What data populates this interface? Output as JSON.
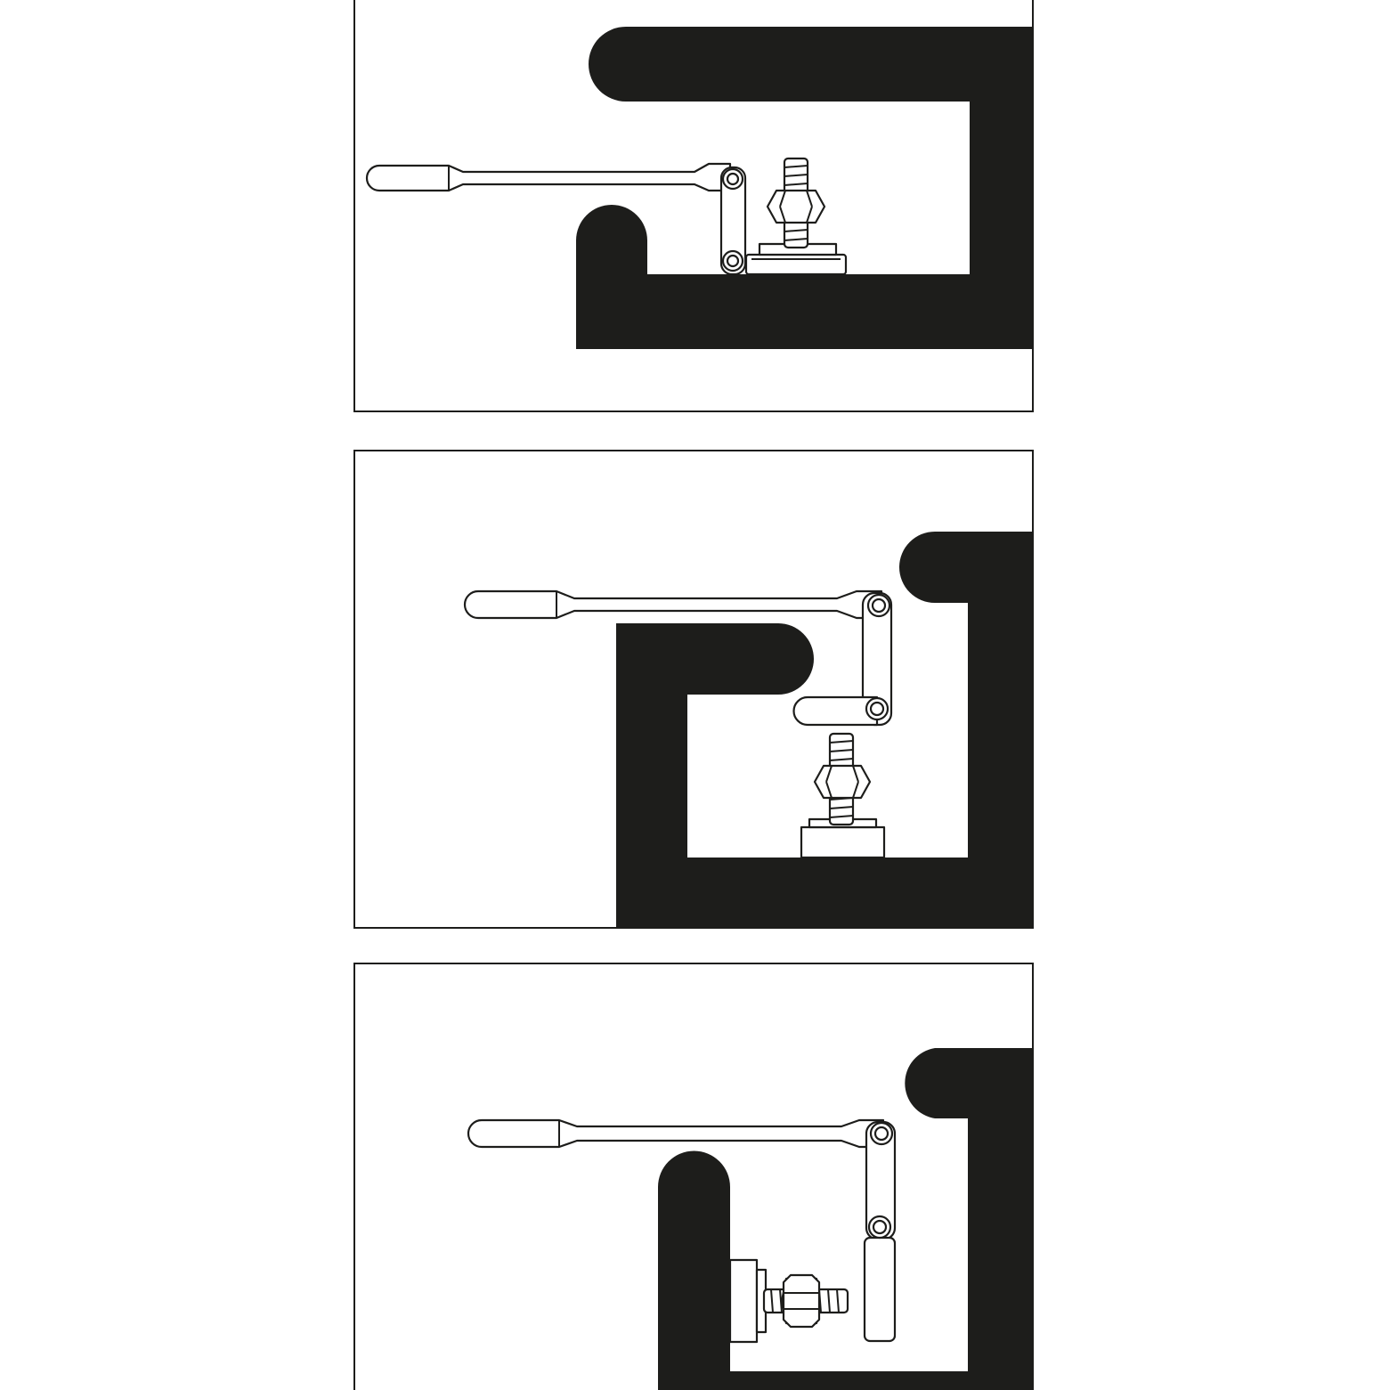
{
  "colors": {
    "background": "#ffffff",
    "structure": "#1d1d1b",
    "outline": "#1d1d1b",
    "tool_fill": "#ffffff"
  },
  "panels": [
    {
      "id": "panel-1",
      "depiction": "wrench-arm-reaching-nut-in-shallow-channel",
      "icon": "ratchet-wrench-icon"
    },
    {
      "id": "panel-2",
      "depiction": "wrench-arm-folded-above-nut-in-deep-recess",
      "icon": "ratchet-wrench-icon"
    },
    {
      "id": "panel-3",
      "depiction": "wrench-arm-reaching-side-mounted-nut",
      "icon": "ratchet-wrench-icon"
    }
  ]
}
